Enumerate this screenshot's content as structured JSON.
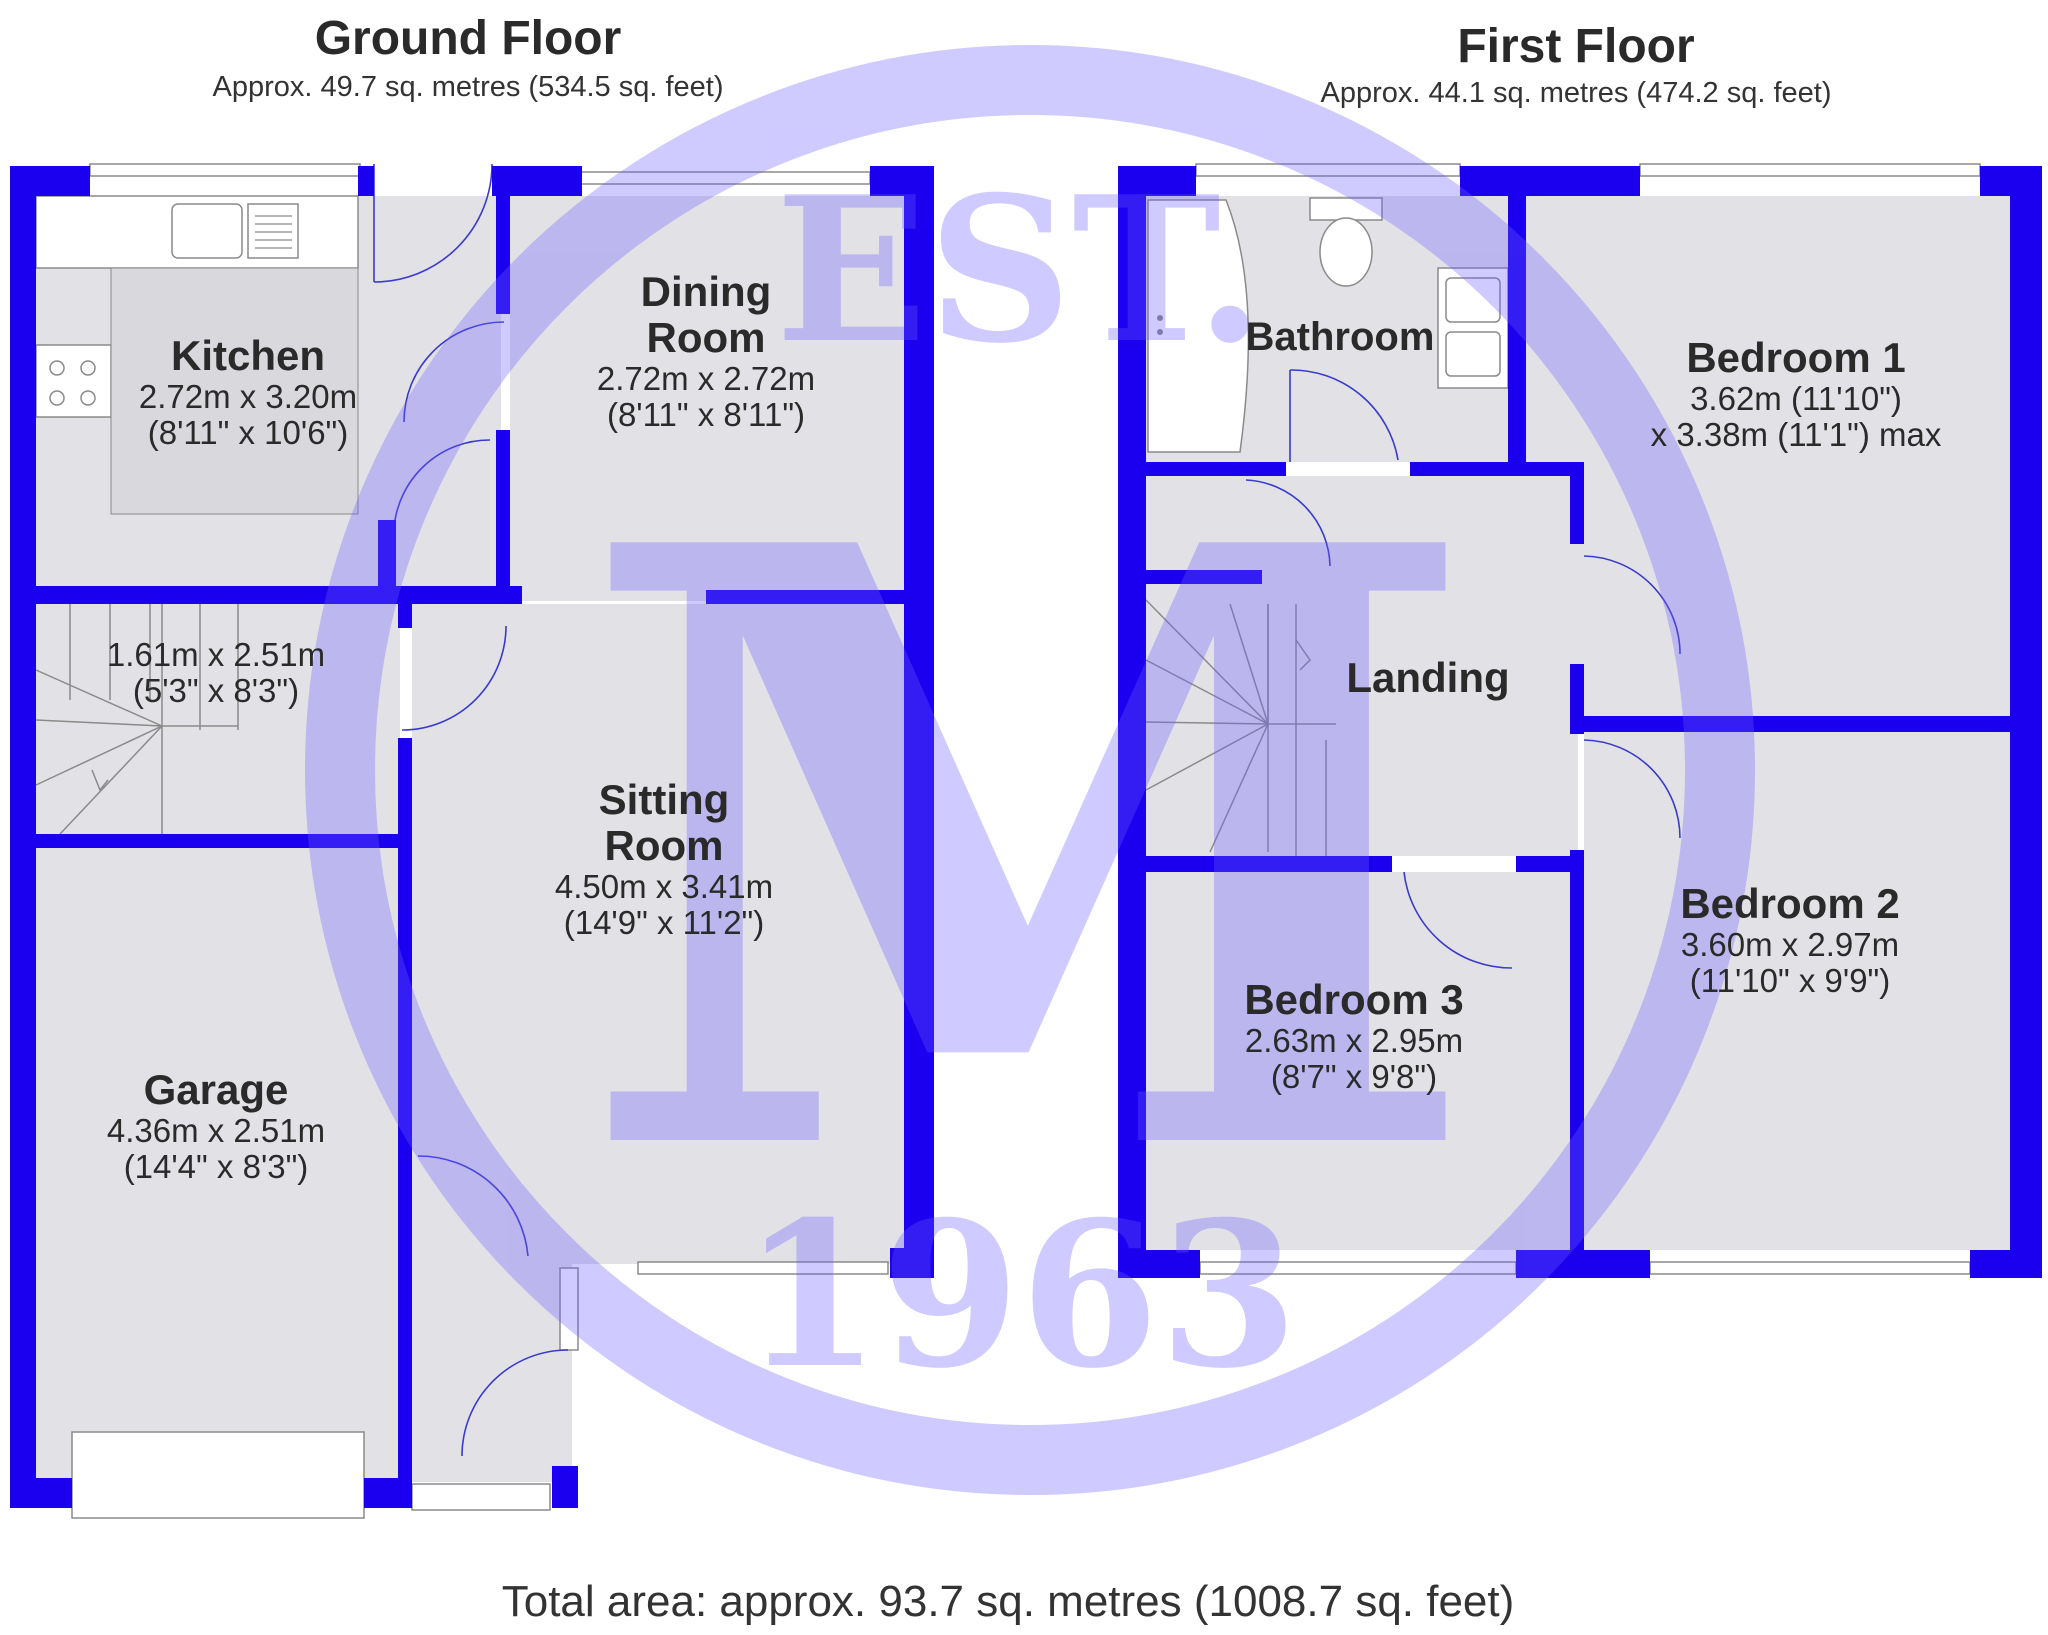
{
  "colors": {
    "wall": "#1a00ee",
    "floor": "#e2e2e6",
    "watermark": "#6c5cff"
  },
  "watermark": {
    "logo_text_top": "EST.",
    "logo_letter": "M",
    "logo_year": "1963"
  },
  "ground_floor": {
    "title": "Ground Floor",
    "area": "Approx. 49.7 sq. metres (534.5 sq. feet)",
    "rooms": {
      "kitchen": {
        "name": "Kitchen",
        "dim_m": "2.72m x 3.20m",
        "dim_ft": "(8'11\" x 10'6\")"
      },
      "dining": {
        "name_line1": "Dining",
        "name_line2": "Room",
        "dim_m": "2.72m x 2.72m",
        "dim_ft": "(8'11\" x 8'11\")"
      },
      "hall": {
        "dim_m": "1.61m x 2.51m",
        "dim_ft": "(5'3\" x 8'3\")"
      },
      "sitting": {
        "name_line1": "Sitting",
        "name_line2": "Room",
        "dim_m": "4.50m x 3.41m",
        "dim_ft": "(14'9\" x 11'2\")"
      },
      "garage": {
        "name": "Garage",
        "dim_m": "4.36m x 2.51m",
        "dim_ft": "(14'4\" x 8'3\")"
      }
    }
  },
  "first_floor": {
    "title": "First Floor",
    "area": "Approx. 44.1 sq. metres (474.2 sq. feet)",
    "rooms": {
      "bathroom": {
        "name": "Bathroom"
      },
      "bedroom1": {
        "name": "Bedroom 1",
        "dim_line1": "3.62m (11'10\")",
        "dim_line2": "x 3.38m (11'1\") max"
      },
      "landing": {
        "name": "Landing"
      },
      "bedroom2": {
        "name": "Bedroom 2",
        "dim_m": "3.60m x 2.97m",
        "dim_ft": "(11'10\" x 9'9\")"
      },
      "bedroom3": {
        "name": "Bedroom 3",
        "dim_m": "2.63m x 2.95m",
        "dim_ft": "(8'7\" x 9'8\")"
      }
    }
  },
  "total_area": "Total area: approx. 93.7 sq. metres (1008.7 sq. feet)"
}
